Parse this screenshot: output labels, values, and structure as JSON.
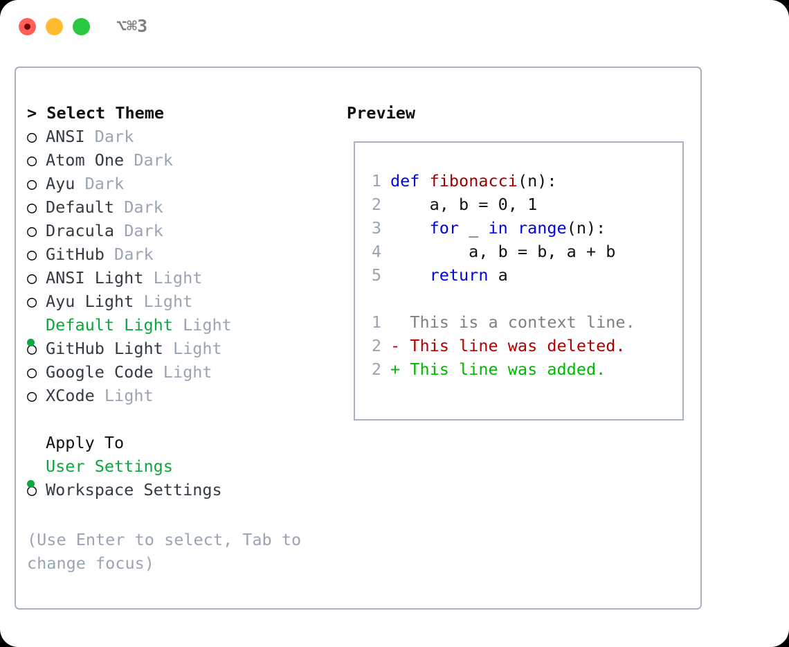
{
  "window": {
    "shortcut_label": "⌥⌘3",
    "traffic_lights": [
      {
        "name": "close",
        "color": "#ff5f57"
      },
      {
        "name": "minimize",
        "color": "#febc2e"
      },
      {
        "name": "maximize",
        "color": "#28c840"
      }
    ]
  },
  "theme_list": {
    "header": "> Select Theme",
    "selected_index": 8,
    "items": [
      {
        "marker": "○",
        "name": "ANSI",
        "category": "Dark",
        "selected": false
      },
      {
        "marker": "○",
        "name": "Atom One",
        "category": "Dark",
        "selected": false
      },
      {
        "marker": "○",
        "name": "Ayu",
        "category": "Dark",
        "selected": false
      },
      {
        "marker": "○",
        "name": "Default",
        "category": "Dark",
        "selected": false
      },
      {
        "marker": "○",
        "name": "Dracula",
        "category": "Dark",
        "selected": false
      },
      {
        "marker": "○",
        "name": "GitHub",
        "category": "Dark",
        "selected": false
      },
      {
        "marker": "○",
        "name": "ANSI Light",
        "category": "Light",
        "selected": false
      },
      {
        "marker": "○",
        "name": "Ayu Light",
        "category": "Light",
        "selected": false
      },
      {
        "marker": "●",
        "name": "Default Light",
        "category": "Light",
        "selected": true
      },
      {
        "marker": "○",
        "name": "GitHub Light",
        "category": "Light",
        "selected": false
      },
      {
        "marker": "○",
        "name": "Google Code",
        "category": "Light",
        "selected": false
      },
      {
        "marker": "○",
        "name": "XCode",
        "category": "Light",
        "selected": false
      }
    ]
  },
  "apply_to": {
    "header": "Apply To",
    "items": [
      {
        "marker": "●",
        "label": "User Settings",
        "selected": true
      },
      {
        "marker": "○",
        "label": "Workspace Settings",
        "selected": false
      }
    ]
  },
  "hint": "(Use Enter to select, Tab to change focus)",
  "preview": {
    "title": "Preview",
    "code_lines": [
      {
        "num": "1",
        "tokens": [
          {
            "t": "def",
            "c": "kw"
          },
          {
            "t": " ",
            "c": "plain"
          },
          {
            "t": "fibonacci",
            "c": "fn"
          },
          {
            "t": "(n):",
            "c": "plain"
          }
        ]
      },
      {
        "num": "2",
        "tokens": [
          {
            "t": "    a, b = 0, 1",
            "c": "plain"
          }
        ]
      },
      {
        "num": "3",
        "tokens": [
          {
            "t": "    ",
            "c": "plain"
          },
          {
            "t": "for",
            "c": "kw"
          },
          {
            "t": " _ ",
            "c": "plain"
          },
          {
            "t": "in",
            "c": "kw"
          },
          {
            "t": " ",
            "c": "plain"
          },
          {
            "t": "range",
            "c": "kw"
          },
          {
            "t": "(n):",
            "c": "plain"
          }
        ]
      },
      {
        "num": "4",
        "tokens": [
          {
            "t": "        a, b = b, a + b",
            "c": "plain"
          }
        ]
      },
      {
        "num": "5",
        "tokens": [
          {
            "t": "    ",
            "c": "plain"
          },
          {
            "t": "return",
            "c": "kw"
          },
          {
            "t": " a",
            "c": "plain"
          }
        ]
      }
    ],
    "diff_lines": [
      {
        "num": "1",
        "sign": " ",
        "text": " This is a context line.",
        "c": "ctx"
      },
      {
        "num": "2",
        "sign": "-",
        "text": " This line was deleted.",
        "c": "del"
      },
      {
        "num": "2",
        "sign": "+",
        "text": " This line was added.",
        "c": "add"
      }
    ]
  },
  "colors": {
    "accent_green": "#0ba83c",
    "muted": "#9aa4b2",
    "border": "#a8b1c0",
    "keyword_blue": "#0000ee",
    "function_red": "#9c0000",
    "diff_add": "#00b800",
    "diff_del": "#b00000"
  }
}
